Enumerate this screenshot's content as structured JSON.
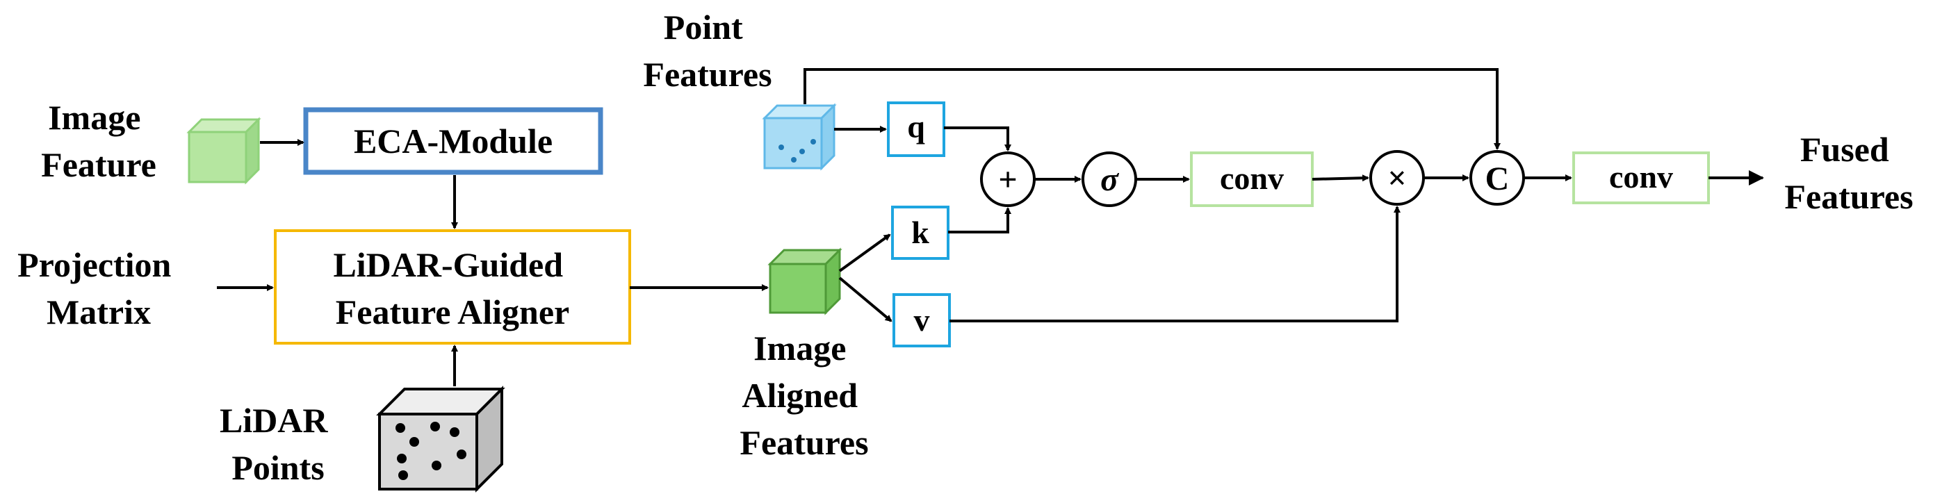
{
  "labels": {
    "image_feature": [
      "Image",
      "Feature"
    ],
    "projection_matrix": [
      "Projection",
      "Matrix"
    ],
    "lidar_points": [
      "LiDAR",
      "Points"
    ],
    "point_features": [
      "Point",
      "Features"
    ],
    "image_aligned_features": [
      "Image",
      "Aligned",
      "Features"
    ],
    "fused_features": [
      "Fused",
      "Features"
    ]
  },
  "blocks": {
    "eca": "ECA-Module",
    "aligner": [
      "LiDAR-Guided",
      "Feature Aligner"
    ],
    "q": "q",
    "k": "k",
    "v": "v",
    "conv1": "conv",
    "conv2": "conv"
  },
  "operators": {
    "add": "+",
    "sigma": "σ",
    "mul": "×",
    "concat": "C"
  },
  "colors": {
    "eca_border": "#4a86c8",
    "aligner_border": "#f5b800",
    "qkv_border": "#1ea5e0",
    "conv_border": "#b6e3a0",
    "image_cube": "#b5e6a0",
    "aligned_cube": "#84d06a",
    "point_cube": "#a8dcf5",
    "lidar_cube": "#d9d9d9"
  },
  "icons": {
    "image_feature_cube": "green-cube-icon",
    "point_features_cube": "blue-dotted-cube-icon",
    "aligned_features_cube": "dark-green-cube-icon",
    "lidar_points_cube": "gray-dotted-cube-icon"
  }
}
